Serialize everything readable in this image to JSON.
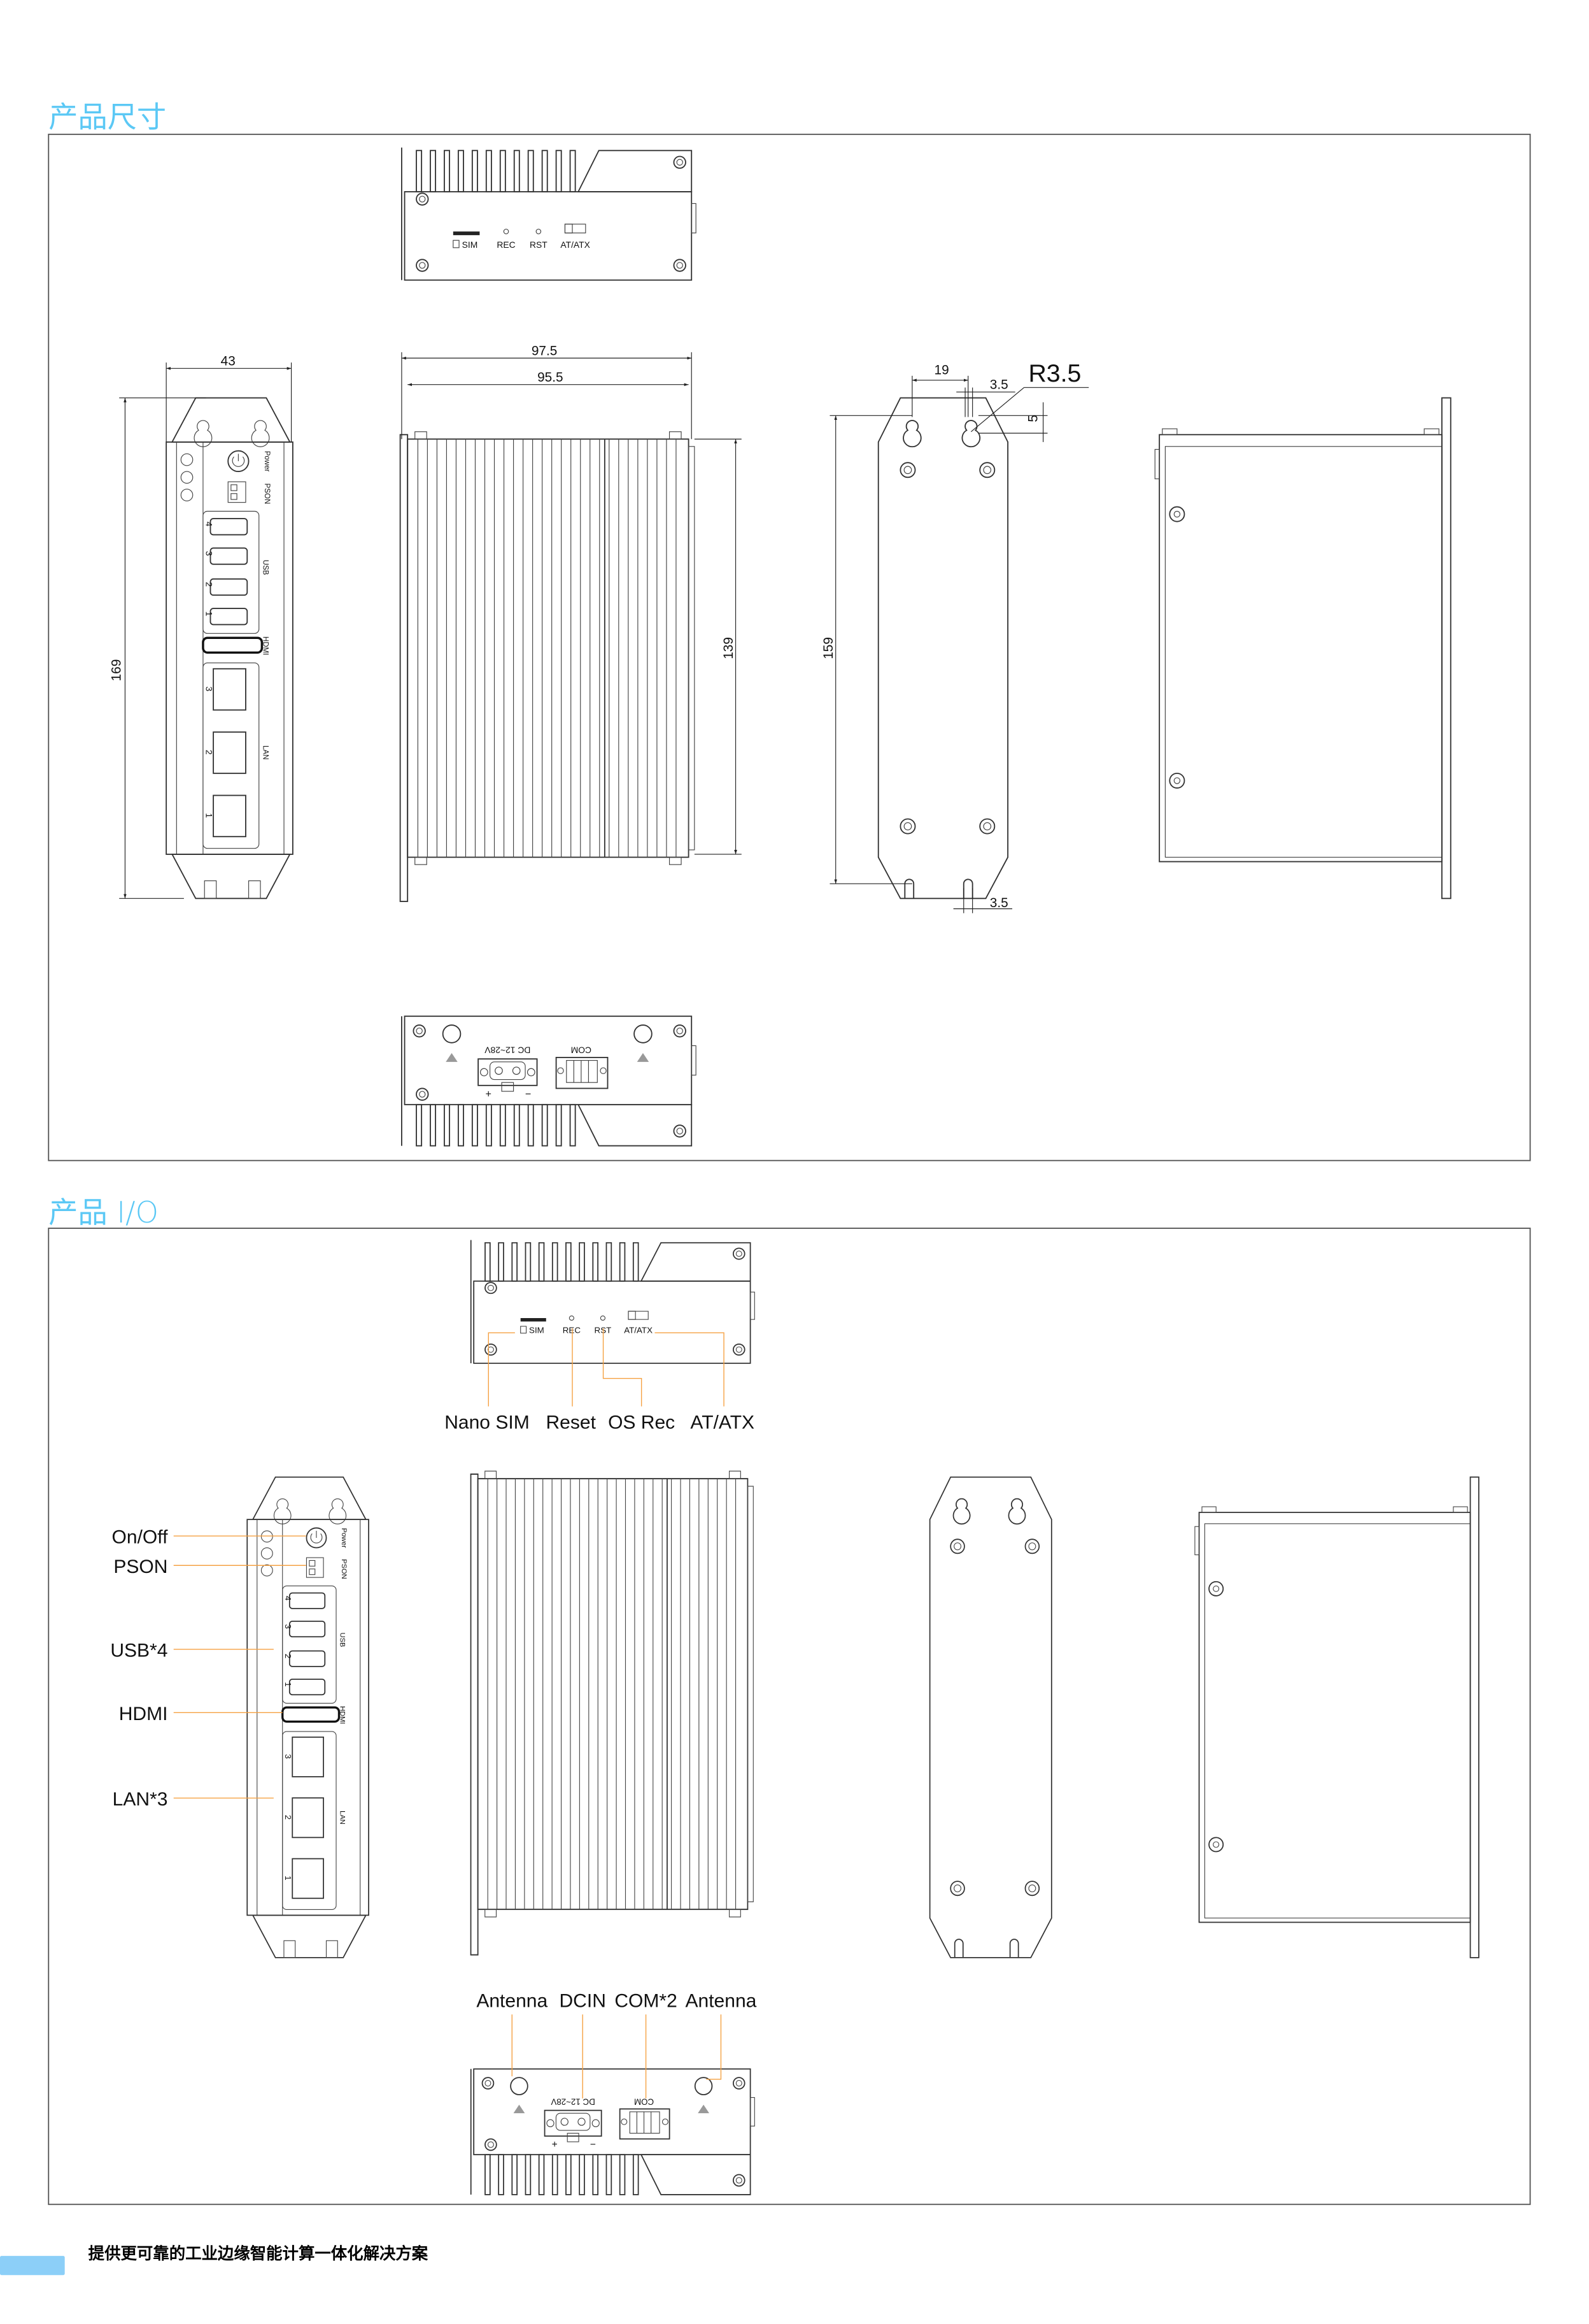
{
  "sections": {
    "dimensions_title": "产品尺寸",
    "io_title": "产品 I/O"
  },
  "panel_labels": {
    "sim": "SIM",
    "rec": "REC",
    "rst": "RST",
    "at_atx": "AT/ATX",
    "power": "Power",
    "pson": "PSON",
    "usb": "USB",
    "hdmi": "HDMI",
    "lan": "LAN",
    "dc": "DC 12~28V",
    "com": "COM",
    "plus": "+",
    "minus": "−",
    "usb_numbers": [
      "1",
      "2",
      "3",
      "4"
    ],
    "lan_numbers": [
      "1",
      "2",
      "3"
    ]
  },
  "dimensions": {
    "width_overall": "97.5",
    "width_body": "95.5",
    "depth": "43",
    "height_overall": "169",
    "height_body": "139",
    "plate_height": "159",
    "hole_spacing": "19",
    "slot_width": "3.5",
    "radius": "R3.5",
    "offset": "5",
    "bottom_slot": "3.5"
  },
  "io_callouts": {
    "top": [
      "Nano SIM",
      "Reset",
      "OS Rec",
      "AT/ATX"
    ],
    "left": [
      "On/Off",
      "PSON",
      "USB*4",
      "HDMI",
      "LAN*3"
    ],
    "bottom": [
      "Antenna",
      "DCIN",
      "COM*2",
      "Antenna"
    ]
  },
  "footer": {
    "tagline": "提供更可靠的工业边缘智能计算一体化解决方案"
  },
  "colors": {
    "accent": "#5bc8f5",
    "leader": "#f5a142",
    "footer_tab": "#8ccff8"
  }
}
